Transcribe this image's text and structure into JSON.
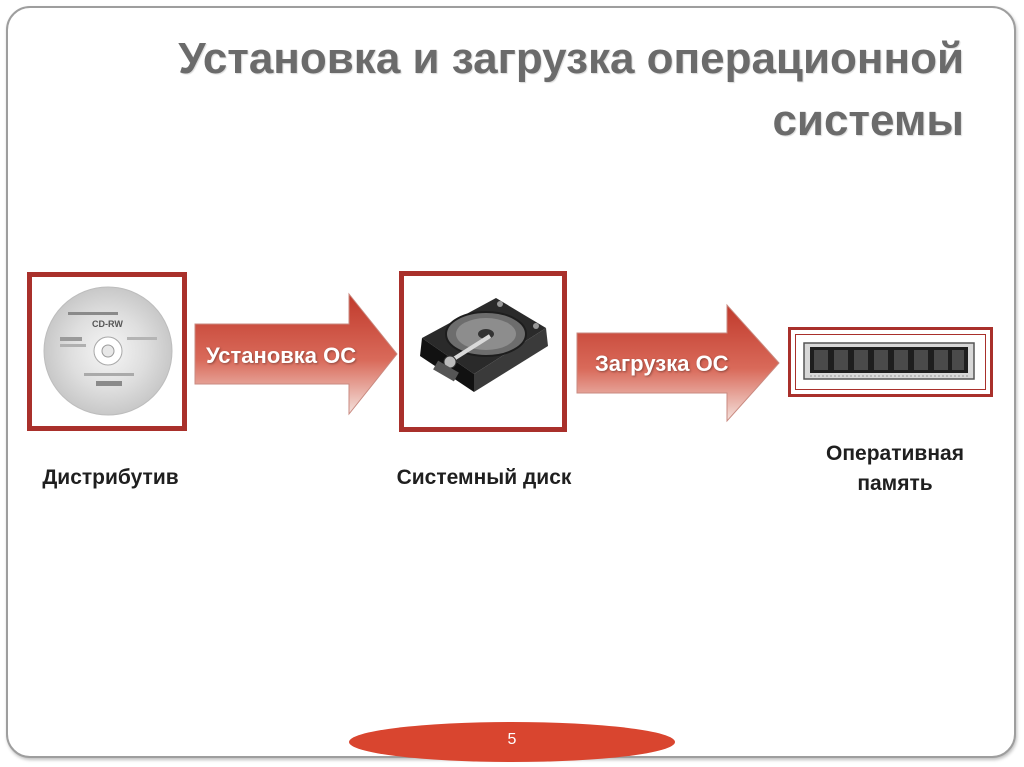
{
  "slide": {
    "title_line1": "Установка и загрузка операционной",
    "title_line2": "системы",
    "page_number": "5"
  },
  "diagram": {
    "nodes": [
      {
        "id": "distributive",
        "caption": "Дистрибутив",
        "image": "cd-disc-icon"
      },
      {
        "id": "system-disk",
        "caption": "Системный диск",
        "image": "hard-drive-icon"
      },
      {
        "id": "ram",
        "caption_line1": "Оперативная",
        "caption_line2": "память",
        "image": "ram-module-icon"
      }
    ],
    "edges": [
      {
        "from": "distributive",
        "to": "system-disk",
        "label": "Установка ОС"
      },
      {
        "from": "system-disk",
        "to": "ram",
        "label": "Загрузка ОС"
      }
    ],
    "cd_label": "CD-RW"
  },
  "colors": {
    "frame_border": "#a9302b",
    "arrow_fill_dark": "#c0392b",
    "arrow_fill_light": "#f4e2dd",
    "title_color": "#6b6b6b",
    "page_oval": "#d9452f"
  }
}
